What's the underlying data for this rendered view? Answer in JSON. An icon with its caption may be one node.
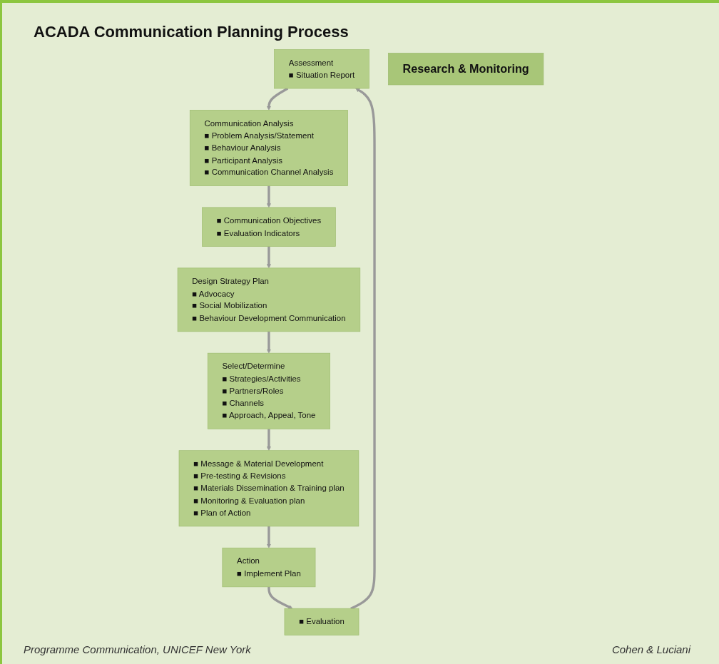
{
  "diagram": {
    "title": "ACADA Communication Planning Process",
    "nodes": [
      {
        "text": [
          "Assessment",
          "■ Situation Report"
        ]
      },
      {
        "text": [
          "Communication Analysis",
          "■ Problem Analysis/Statement",
          "■ Behaviour Analysis",
          "■ Participant Analysis",
          "■ Communication Channel Analysis"
        ]
      },
      {
        "text": [
          "■ Communication Objectives",
          "■ Evaluation Indicators"
        ]
      },
      {
        "text": [
          "Design Strategy Plan",
          "■ Advocacy",
          "■ Social Mobilization",
          "■ Behaviour Development Communication"
        ]
      },
      {
        "text": [
          "Select/Determine",
          "■ Strategies/Activities",
          "■ Partners/Roles",
          "■ Channels",
          "■ Approach, Appeal, Tone"
        ]
      },
      {
        "text": [
          "■ Message & Material Development",
          "■ Pre-testing & Revisions",
          "■ Materials Dissemination & Training plan",
          "■ Monitoring & Evaluation plan",
          "■ Plan of Action"
        ]
      },
      {
        "text": [
          "Action",
          "■ Implement Plan"
        ]
      },
      {
        "text": [
          "■ Evaluation"
        ]
      },
      {
        "text": [
          "Research & Monitoring"
        ]
      }
    ],
    "edges": [
      {
        "from": 0,
        "to": 1,
        "arrow": "to"
      },
      {
        "from": 1,
        "to": 2,
        "arrow": "to"
      },
      {
        "from": 2,
        "to": 3,
        "arrow": "to"
      },
      {
        "from": 3,
        "to": 4,
        "arrow": "to"
      },
      {
        "from": 4,
        "to": 5,
        "arrow": "to"
      },
      {
        "from": 5,
        "to": 6,
        "arrow": "to"
      },
      {
        "from": 6,
        "to": 7,
        "arrow": "to"
      },
      {
        "from": 7,
        "to": 0,
        "arrow": "to"
      }
    ],
    "labels": [
      "Programme Communication, UNICEF New York",
      "Cohen & Luciani"
    ]
  }
}
